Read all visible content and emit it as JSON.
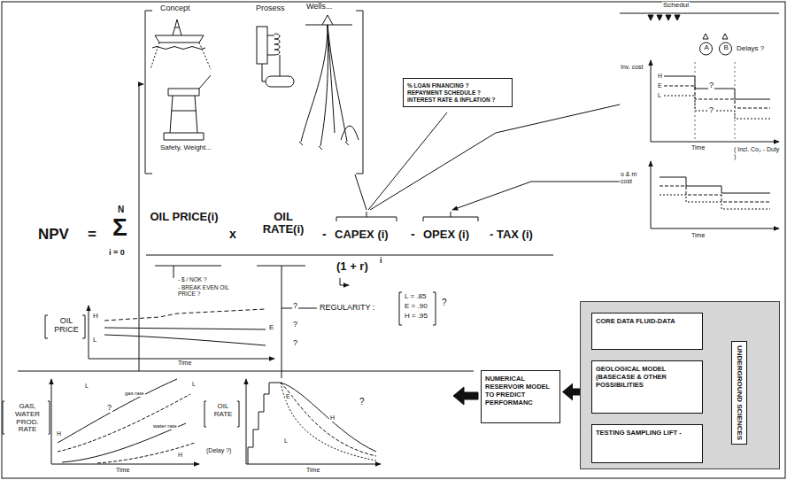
{
  "diagram": {
    "nodes": [
      {
        "text": [
          "% LOAN FINANCING ?",
          "REPAYMENT SCHEDULE ?",
          "INTEREST RATE & INFLATION ?"
        ]
      },
      {
        "text": [
          "NUMERICAL RESERVOIR MODEL TO PREDICT PERFORMANC"
        ]
      },
      {
        "text": [
          "UNDERGROUND SCIENCES"
        ]
      },
      {
        "text": [
          "CORE DATA FLUID-DATA"
        ],
        "in": 2
      },
      {
        "text": [
          "GEOLOGICAL MODEL (BASECASE & OTHER POSSIBILITIES"
        ],
        "in": 2
      },
      {
        "text": [
          "TESTING SAMPLING LIFT -"
        ],
        "in": 2
      }
    ],
    "edges": [
      {
        "from": 4,
        "to": 1,
        "arrow": "to"
      }
    ],
    "labels": [
      "Concept",
      "Prosess",
      "Wells...",
      "Safety, Weight...",
      "Schedul",
      "A",
      "B",
      "Delays ?",
      "Inv. cost",
      "H",
      "E",
      "L",
      "?",
      "?",
      "Time",
      "( Incl. Co₂ - Duty )",
      "o & m cost",
      "Time",
      "NPV",
      "=",
      "N",
      "Σ",
      "i = 0",
      "OIL PRICE(i)",
      "x",
      "OIL RATE(i)",
      "-",
      "CAPEX (i)",
      "-",
      "OPEX (i)",
      "- TAX (i)",
      "(1 + r)",
      "i",
      "- $ / NOK ?",
      "- BREAK EVEN OIL PRICE ?",
      "OIL PRICE",
      "H",
      "E",
      "L",
      "?",
      "?",
      "?",
      "Time",
      "REGULARITY :",
      "L = .85",
      "E = .90",
      "H = .95",
      "?",
      "GAS, WATER PROD. RATE",
      "H",
      "L",
      "L",
      "H",
      "gas rate",
      "water rate",
      "?",
      "Time",
      "OIL RATE",
      "(Delay ?)",
      "E",
      "H",
      "L",
      "?",
      "Time"
    ]
  }
}
